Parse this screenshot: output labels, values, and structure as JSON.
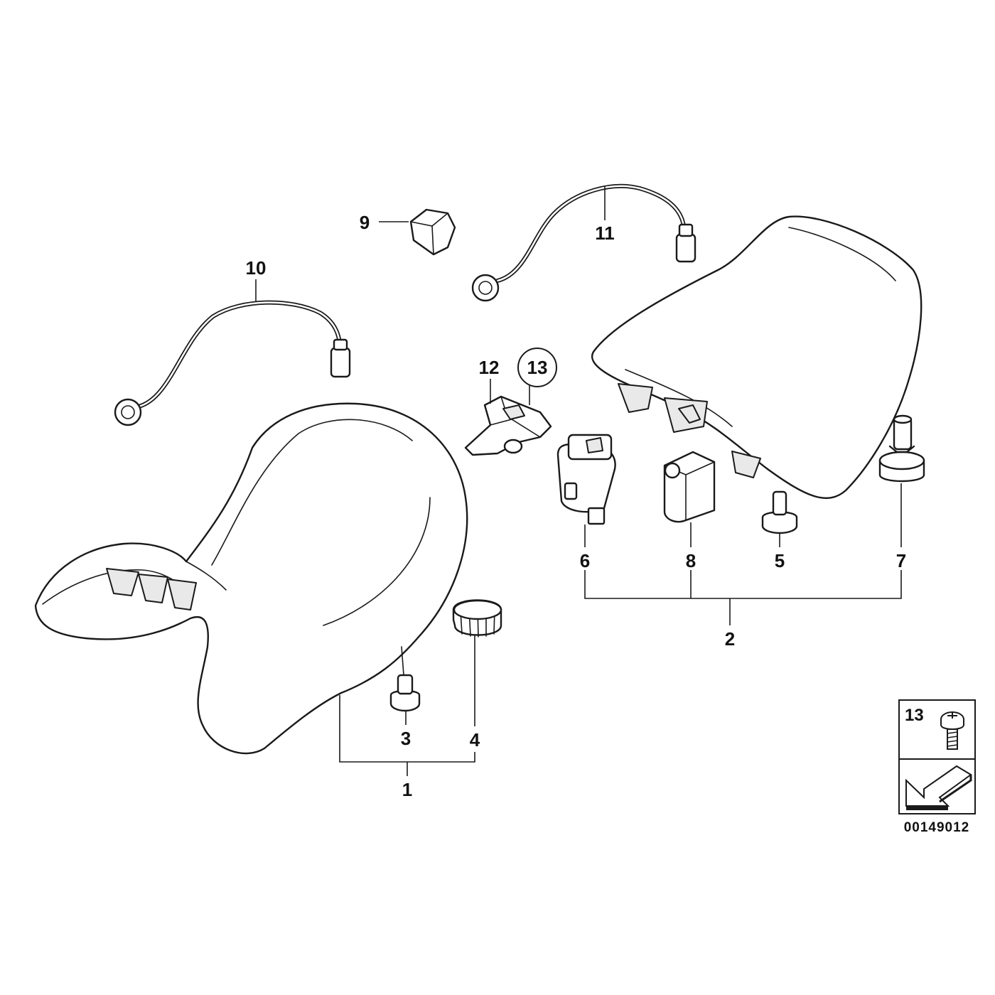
{
  "callouts": {
    "c1": "1",
    "c2": "2",
    "c3": "3",
    "c4": "4",
    "c5": "5",
    "c6": "6",
    "c7": "7",
    "c8": "8",
    "c9": "9",
    "c10": "10",
    "c11": "11",
    "c12": "12",
    "c13": "13"
  },
  "legend": {
    "item_number": "13"
  },
  "diagram_reference": "00149012"
}
